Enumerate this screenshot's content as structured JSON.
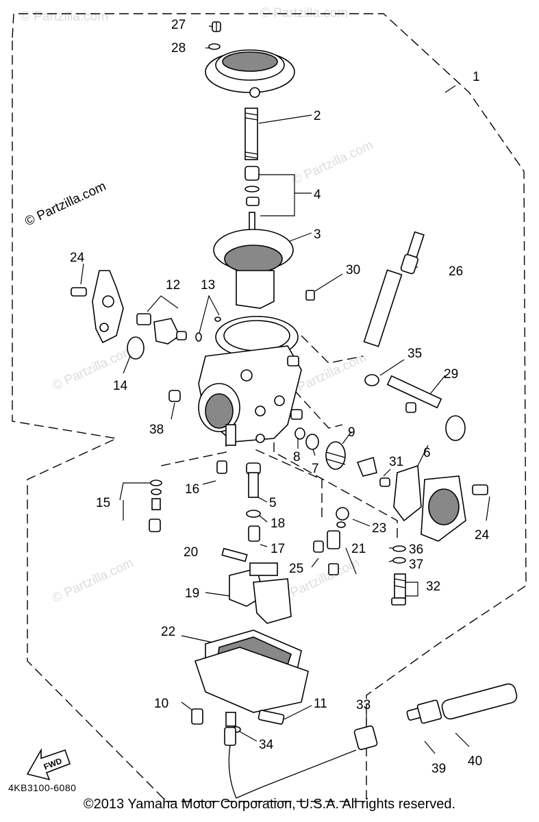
{
  "watermark": "© Partzilla.com",
  "watermark_faint": "© Partzilla.com",
  "drawing_code": "4KB3100-6080",
  "fwd_label": "FWD",
  "copyright": "©2013 Yamaha Motor Corporation, U.S.A. All rights reserved.",
  "callouts": {
    "c1": "1",
    "c2": "2",
    "c3": "3",
    "c4": "4",
    "c5": "5",
    "c6": "6",
    "c7": "7",
    "c8": "8",
    "c9": "9",
    "c10": "10",
    "c11": "11",
    "c12": "12",
    "c13": "13",
    "c14": "14",
    "c15": "15",
    "c16": "16",
    "c17": "17",
    "c18": "18",
    "c19": "19",
    "c20": "20",
    "c21": "21",
    "c22": "22",
    "c23": "23",
    "c24a": "24",
    "c24b": "24",
    "c25": "25",
    "c26": "26",
    "c27": "27",
    "c28": "28",
    "c29": "29",
    "c30": "30",
    "c31": "31",
    "c32": "32",
    "c33": "33",
    "c34": "34",
    "c35": "35",
    "c36": "36",
    "c37": "37",
    "c38": "38",
    "c39": "39",
    "c40": "40"
  }
}
